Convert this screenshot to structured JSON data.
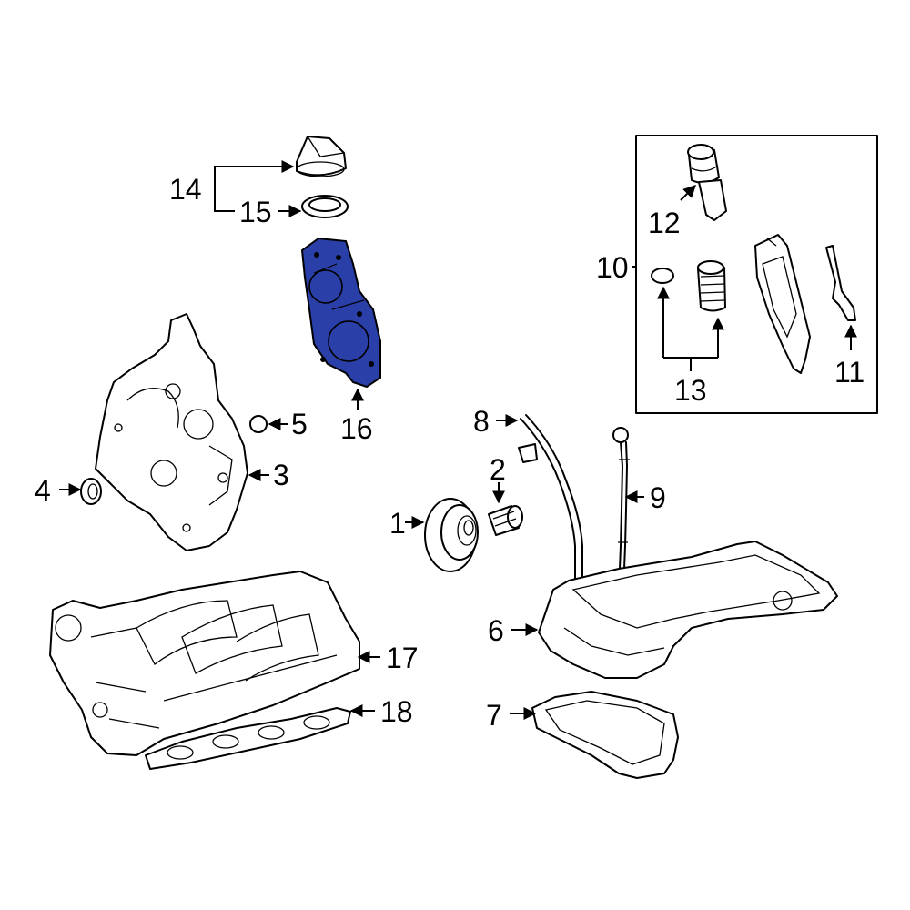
{
  "diagram": {
    "highlight_color": "#2a3fa8",
    "highlighted_part": "16",
    "callouts": {
      "c1": "1",
      "c2": "2",
      "c3": "3",
      "c4": "4",
      "c5": "5",
      "c6": "6",
      "c7": "7",
      "c8": "8",
      "c9": "9",
      "c10": "10",
      "c11": "11",
      "c12": "12",
      "c13": "13",
      "c14": "14",
      "c15": "15",
      "c16": "16",
      "c17": "17",
      "c18": "18"
    }
  }
}
